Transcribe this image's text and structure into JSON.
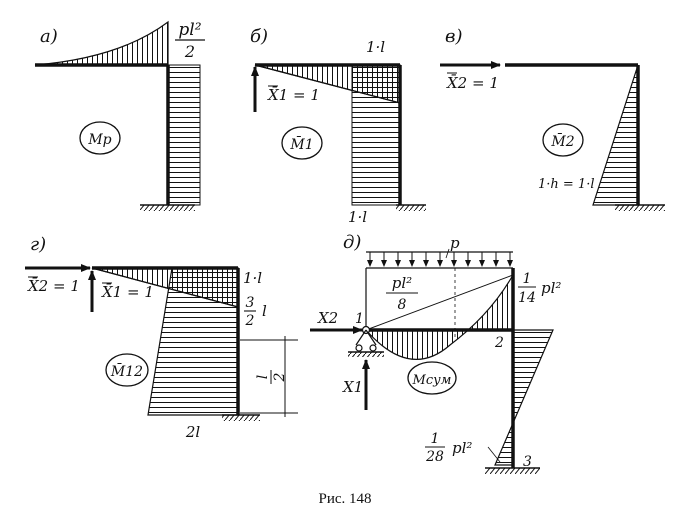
{
  "caption": "Рис. 148",
  "panels": {
    "a": {
      "letter": "а)",
      "diagram": "Mp",
      "load_num": "pl²",
      "load_den": "2"
    },
    "b": {
      "letter": "б)",
      "diagram": "M̄1",
      "force": "X̄1 = 1",
      "top_value": "1·l",
      "bottom_value": "1·l"
    },
    "v": {
      "letter": "в)",
      "diagram": "M̄2",
      "force": "X̄2 = 1",
      "bottom_value": "1·h = 1·l"
    },
    "g": {
      "letter": "г)",
      "diagram": "M̄12",
      "force_x2": "X̄2 = 1",
      "force_x1": "X̄1 = 1",
      "top_value": "1·l",
      "mid_num": "3",
      "mid_den": "2",
      "mid_var": "l",
      "bottom_value": "2l",
      "dim_num": "l",
      "dim_den": "2"
    },
    "d": {
      "letter": "д)",
      "diagram": "Mсум",
      "load": "p",
      "span_num": "pl²",
      "span_den": "8",
      "corner_num": "1",
      "corner_den": "14",
      "corner_var": "pl²",
      "base_num": "1",
      "base_den": "28",
      "base_var": "pl²",
      "force_x1": "X1",
      "force_x2": "X2",
      "node_1": "1",
      "node_2": "2",
      "node_3": "3"
    }
  }
}
